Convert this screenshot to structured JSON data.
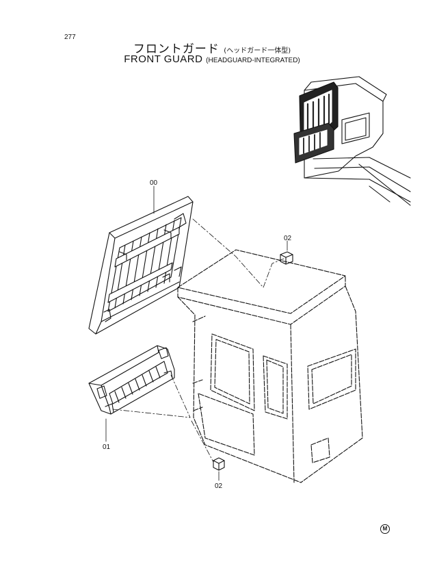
{
  "page": {
    "number": "277"
  },
  "title": {
    "jp_main": "フロントガード",
    "jp_sub": "(ヘッドガード一体型)",
    "en_main": "FRONT GUARD",
    "en_sub": "(HEADGUARD-INTEGRATED)"
  },
  "callouts": {
    "upper_guard": "00",
    "lower_guard": "01",
    "bolt_upper": "02",
    "bolt_lower": "02"
  },
  "footer": {
    "mark": "M"
  }
}
